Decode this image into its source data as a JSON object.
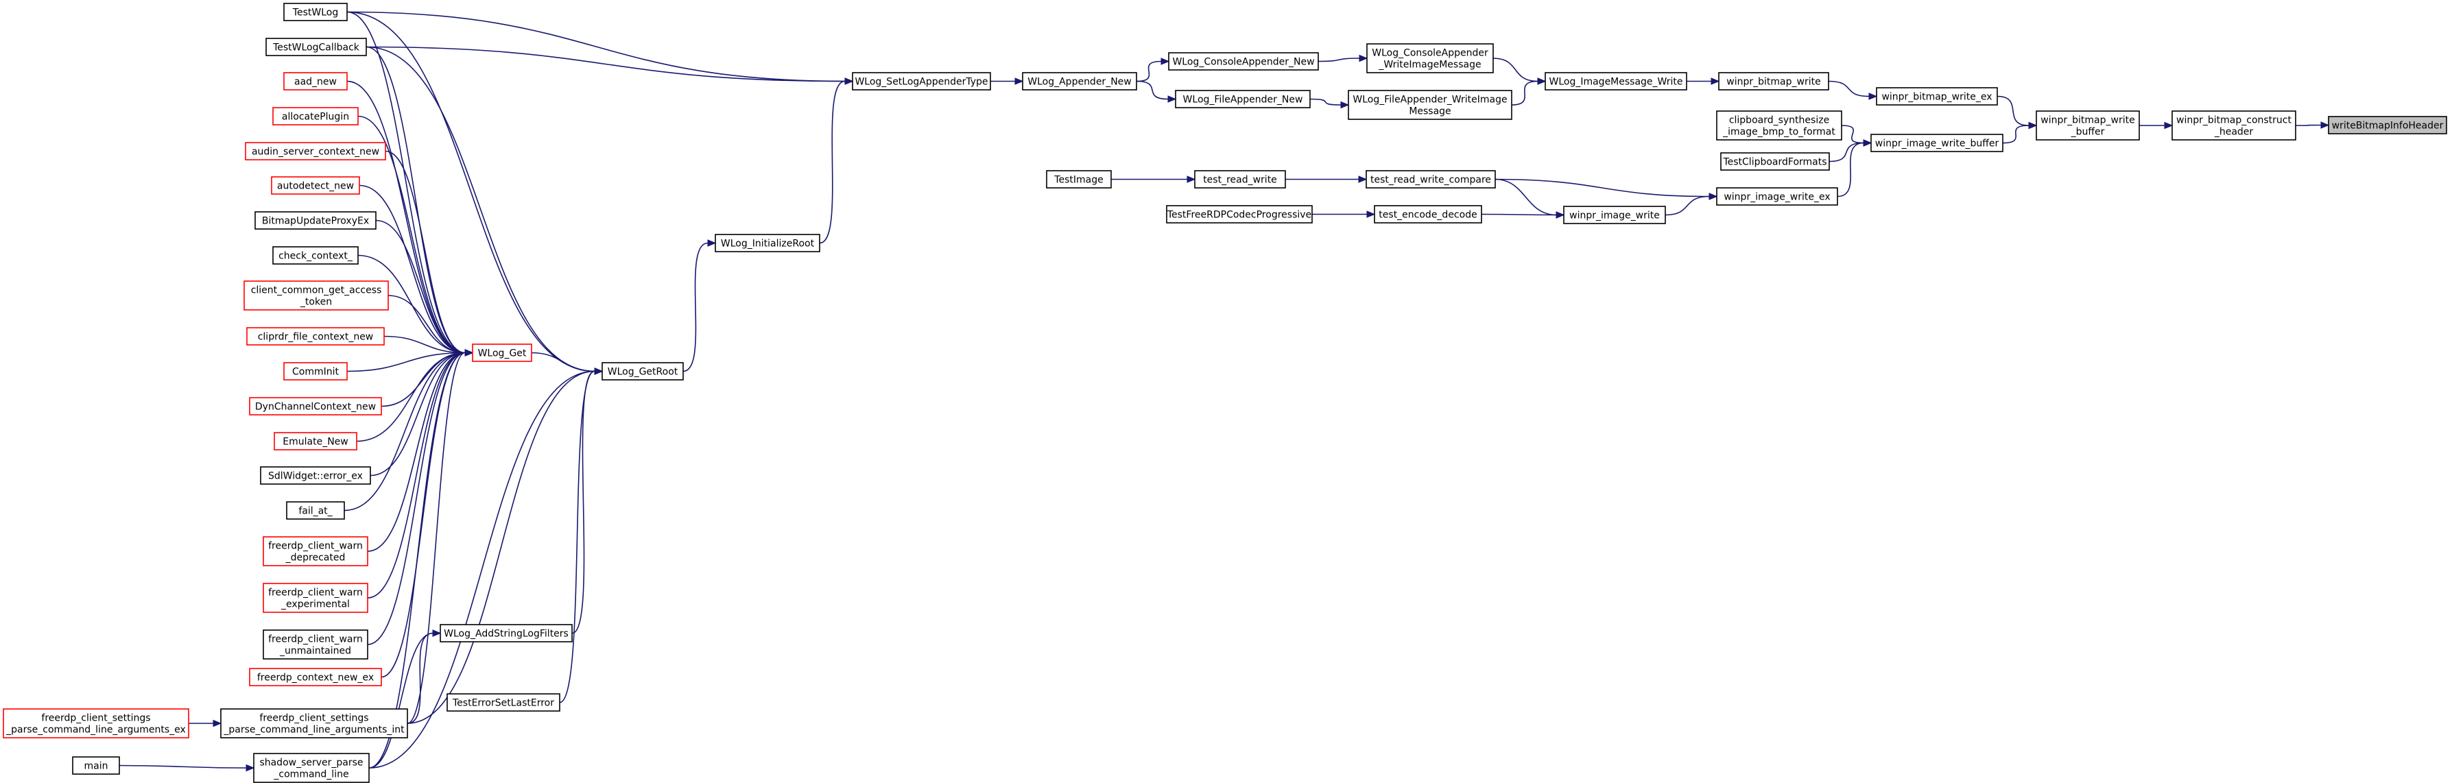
{
  "nodes": [
    {
      "id": "writeBitmapInfoHeader",
      "lines": [
        "writeBitmapInfoHeader"
      ],
      "style": "current"
    },
    {
      "id": "winpr_bitmap_construct_header",
      "lines": [
        "winpr_bitmap_construct",
        "_header"
      ],
      "style": "normal"
    },
    {
      "id": "winpr_bitmap_write_buffer",
      "lines": [
        "winpr_bitmap_write",
        "_buffer"
      ],
      "style": "normal"
    },
    {
      "id": "winpr_bitmap_write_ex",
      "lines": [
        "winpr_bitmap_write_ex"
      ],
      "style": "normal"
    },
    {
      "id": "winpr_image_write_buffer",
      "lines": [
        "winpr_image_write_buffer"
      ],
      "style": "normal"
    },
    {
      "id": "winpr_bitmap_write",
      "lines": [
        "winpr_bitmap_write"
      ],
      "style": "normal"
    },
    {
      "id": "WLog_ImageMessage_Write",
      "lines": [
        "WLog_ImageMessage_Write"
      ],
      "style": "normal"
    },
    {
      "id": "WLog_ConsoleAppender_WriteImageMessage",
      "lines": [
        "WLog_ConsoleAppender",
        "_WriteImageMessage"
      ],
      "style": "normal"
    },
    {
      "id": "WLog_FileAppender_WriteImageMessage",
      "lines": [
        "WLog_FileAppender_WriteImage",
        "Message"
      ],
      "style": "normal"
    },
    {
      "id": "WLog_ConsoleAppender_New",
      "lines": [
        "WLog_ConsoleAppender_New"
      ],
      "style": "normal"
    },
    {
      "id": "WLog_FileAppender_New",
      "lines": [
        "WLog_FileAppender_New"
      ],
      "style": "normal"
    },
    {
      "id": "WLog_Appender_New",
      "lines": [
        "WLog_Appender_New"
      ],
      "style": "normal"
    },
    {
      "id": "WLog_SetLogAppenderType",
      "lines": [
        "WLog_SetLogAppenderType"
      ],
      "style": "normal"
    },
    {
      "id": "TestWLog",
      "lines": [
        "TestWLog"
      ],
      "style": "normal"
    },
    {
      "id": "TestWLogCallback",
      "lines": [
        "TestWLogCallback"
      ],
      "style": "normal"
    },
    {
      "id": "WLog_InitializeRoot",
      "lines": [
        "WLog_InitializeRoot"
      ],
      "style": "normal"
    },
    {
      "id": "WLog_GetRoot",
      "lines": [
        "WLog_GetRoot"
      ],
      "style": "normal"
    },
    {
      "id": "WLog_Get",
      "lines": [
        "WLog_Get"
      ],
      "style": "red"
    },
    {
      "id": "aad_new",
      "lines": [
        "aad_new"
      ],
      "style": "red"
    },
    {
      "id": "allocatePlugin",
      "lines": [
        "allocatePlugin"
      ],
      "style": "red"
    },
    {
      "id": "audin_server_context_new",
      "lines": [
        "audin_server_context_new"
      ],
      "style": "red"
    },
    {
      "id": "autodetect_new",
      "lines": [
        "autodetect_new"
      ],
      "style": "red"
    },
    {
      "id": "BitmapUpdateProxyEx",
      "lines": [
        "BitmapUpdateProxyEx"
      ],
      "style": "normal"
    },
    {
      "id": "check_context_",
      "lines": [
        "check_context_"
      ],
      "style": "normal"
    },
    {
      "id": "client_common_get_access_token",
      "lines": [
        "client_common_get_access",
        "_token"
      ],
      "style": "red"
    },
    {
      "id": "cliprdr_file_context_new",
      "lines": [
        "cliprdr_file_context_new"
      ],
      "style": "red"
    },
    {
      "id": "CommInit",
      "lines": [
        "CommInit"
      ],
      "style": "red"
    },
    {
      "id": "DynChannelContext_new",
      "lines": [
        "DynChannelContext_new"
      ],
      "style": "red"
    },
    {
      "id": "Emulate_New",
      "lines": [
        "Emulate_New"
      ],
      "style": "red"
    },
    {
      "id": "SdlWidget_error_ex",
      "lines": [
        "SdlWidget::error_ex"
      ],
      "style": "normal"
    },
    {
      "id": "fail_at_",
      "lines": [
        "fail_at_"
      ],
      "style": "normal"
    },
    {
      "id": "freerdp_client_warn_deprecated",
      "lines": [
        "freerdp_client_warn",
        "_deprecated"
      ],
      "style": "red"
    },
    {
      "id": "freerdp_client_warn_experimental",
      "lines": [
        "freerdp_client_warn",
        "_experimental"
      ],
      "style": "red"
    },
    {
      "id": "freerdp_client_warn_unmaintained",
      "lines": [
        "freerdp_client_warn",
        "_unmaintained"
      ],
      "style": "normal"
    },
    {
      "id": "freerdp_context_new_ex",
      "lines": [
        "freerdp_context_new_ex"
      ],
      "style": "red"
    },
    {
      "id": "WLog_AddStringLogFilters",
      "lines": [
        "WLog_AddStringLogFilters"
      ],
      "style": "normal"
    },
    {
      "id": "freerdp_client_settings_parse_int",
      "lines": [
        "freerdp_client_settings",
        "_parse_command_line_arguments_int"
      ],
      "style": "normal"
    },
    {
      "id": "freerdp_client_settings_parse_ex",
      "lines": [
        "freerdp_client_settings",
        "_parse_command_line_arguments_ex"
      ],
      "style": "red"
    },
    {
      "id": "shadow_server_parse_command_line",
      "lines": [
        "shadow_server_parse",
        "_command_line"
      ],
      "style": "normal"
    },
    {
      "id": "main",
      "lines": [
        "main"
      ],
      "style": "normal"
    },
    {
      "id": "TestErrorSetLastError",
      "lines": [
        "TestErrorSetLastError"
      ],
      "style": "normal"
    },
    {
      "id": "clipboard_synthesize_image_bmp_to_format",
      "lines": [
        "clipboard_synthesize",
        "_image_bmp_to_format"
      ],
      "style": "normal"
    },
    {
      "id": "TestClipboardFormats",
      "lines": [
        "TestClipboardFormats"
      ],
      "style": "normal"
    },
    {
      "id": "winpr_image_write_ex",
      "lines": [
        "winpr_image_write_ex"
      ],
      "style": "normal"
    },
    {
      "id": "winpr_image_write",
      "lines": [
        "winpr_image_write"
      ],
      "style": "normal"
    },
    {
      "id": "test_read_write_compare",
      "lines": [
        "test_read_write_compare"
      ],
      "style": "normal"
    },
    {
      "id": "test_encode_decode",
      "lines": [
        "test_encode_decode"
      ],
      "style": "normal"
    },
    {
      "id": "test_read_write",
      "lines": [
        "test_read_write"
      ],
      "style": "normal"
    },
    {
      "id": "TestImage",
      "lines": [
        "TestImage"
      ],
      "style": "normal"
    },
    {
      "id": "TestFreeRDPCodecProgressive",
      "lines": [
        "TestFreeRDPCodecProgressive"
      ],
      "style": "normal"
    }
  ],
  "edges": [
    [
      "winpr_bitmap_construct_header",
      "writeBitmapInfoHeader"
    ],
    [
      "winpr_bitmap_write_buffer",
      "winpr_bitmap_construct_header"
    ],
    [
      "winpr_bitmap_write_ex",
      "winpr_bitmap_write_buffer"
    ],
    [
      "winpr_image_write_buffer",
      "winpr_bitmap_write_buffer"
    ],
    [
      "winpr_bitmap_write",
      "winpr_bitmap_write_ex"
    ],
    [
      "WLog_ImageMessage_Write",
      "winpr_bitmap_write"
    ],
    [
      "WLog_ConsoleAppender_WriteImageMessage",
      "WLog_ImageMessage_Write"
    ],
    [
      "WLog_FileAppender_WriteImageMessage",
      "WLog_ImageMessage_Write"
    ],
    [
      "WLog_ConsoleAppender_New",
      "WLog_ConsoleAppender_WriteImageMessage"
    ],
    [
      "WLog_FileAppender_New",
      "WLog_FileAppender_WriteImageMessage"
    ],
    [
      "WLog_Appender_New",
      "WLog_ConsoleAppender_New"
    ],
    [
      "WLog_Appender_New",
      "WLog_FileAppender_New"
    ],
    [
      "WLog_SetLogAppenderType",
      "WLog_Appender_New"
    ],
    [
      "TestWLog",
      "WLog_SetLogAppenderType"
    ],
    [
      "TestWLogCallback",
      "WLog_SetLogAppenderType"
    ],
    [
      "WLog_InitializeRoot",
      "WLog_SetLogAppenderType"
    ],
    [
      "WLog_GetRoot",
      "WLog_InitializeRoot"
    ],
    [
      "TestWLog",
      "WLog_GetRoot"
    ],
    [
      "TestWLogCallback",
      "WLog_GetRoot"
    ],
    [
      "WLog_Get",
      "WLog_GetRoot"
    ],
    [
      "TestWLog",
      "WLog_Get"
    ],
    [
      "TestWLogCallback",
      "WLog_Get"
    ],
    [
      "aad_new",
      "WLog_Get"
    ],
    [
      "allocatePlugin",
      "WLog_Get"
    ],
    [
      "audin_server_context_new",
      "WLog_Get"
    ],
    [
      "autodetect_new",
      "WLog_Get"
    ],
    [
      "BitmapUpdateProxyEx",
      "WLog_Get"
    ],
    [
      "check_context_",
      "WLog_Get"
    ],
    [
      "client_common_get_access_token",
      "WLog_Get"
    ],
    [
      "cliprdr_file_context_new",
      "WLog_Get"
    ],
    [
      "CommInit",
      "WLog_Get"
    ],
    [
      "DynChannelContext_new",
      "WLog_Get"
    ],
    [
      "Emulate_New",
      "WLog_Get"
    ],
    [
      "SdlWidget_error_ex",
      "WLog_Get"
    ],
    [
      "fail_at_",
      "WLog_Get"
    ],
    [
      "freerdp_client_warn_deprecated",
      "WLog_Get"
    ],
    [
      "freerdp_client_warn_experimental",
      "WLog_Get"
    ],
    [
      "freerdp_client_warn_unmaintained",
      "WLog_Get"
    ],
    [
      "freerdp_context_new_ex",
      "WLog_Get"
    ],
    [
      "freerdp_client_settings_parse_int",
      "WLog_Get"
    ],
    [
      "shadow_server_parse_command_line",
      "WLog_Get"
    ],
    [
      "WLog_AddStringLogFilters",
      "WLog_GetRoot"
    ],
    [
      "freerdp_client_settings_parse_int",
      "WLog_AddStringLogFilters"
    ],
    [
      "shadow_server_parse_command_line",
      "WLog_AddStringLogFilters"
    ],
    [
      "freerdp_client_settings_parse_int",
      "WLog_GetRoot"
    ],
    [
      "shadow_server_parse_command_line",
      "WLog_GetRoot"
    ],
    [
      "TestErrorSetLastError",
      "WLog_GetRoot"
    ],
    [
      "freerdp_client_settings_parse_ex",
      "freerdp_client_settings_parse_int"
    ],
    [
      "main",
      "shadow_server_parse_command_line"
    ],
    [
      "clipboard_synthesize_image_bmp_to_format",
      "winpr_image_write_buffer"
    ],
    [
      "TestClipboardFormats",
      "winpr_image_write_buffer"
    ],
    [
      "winpr_image_write_ex",
      "winpr_image_write_buffer"
    ],
    [
      "test_read_write_compare",
      "winpr_image_write_ex"
    ],
    [
      "winpr_image_write",
      "winpr_image_write_ex"
    ],
    [
      "test_read_write_compare",
      "winpr_image_write"
    ],
    [
      "test_encode_decode",
      "winpr_image_write"
    ],
    [
      "test_read_write",
      "test_read_write_compare"
    ],
    [
      "TestImage",
      "test_read_write"
    ],
    [
      "TestFreeRDPCodecProgressive",
      "test_encode_decode"
    ]
  ]
}
